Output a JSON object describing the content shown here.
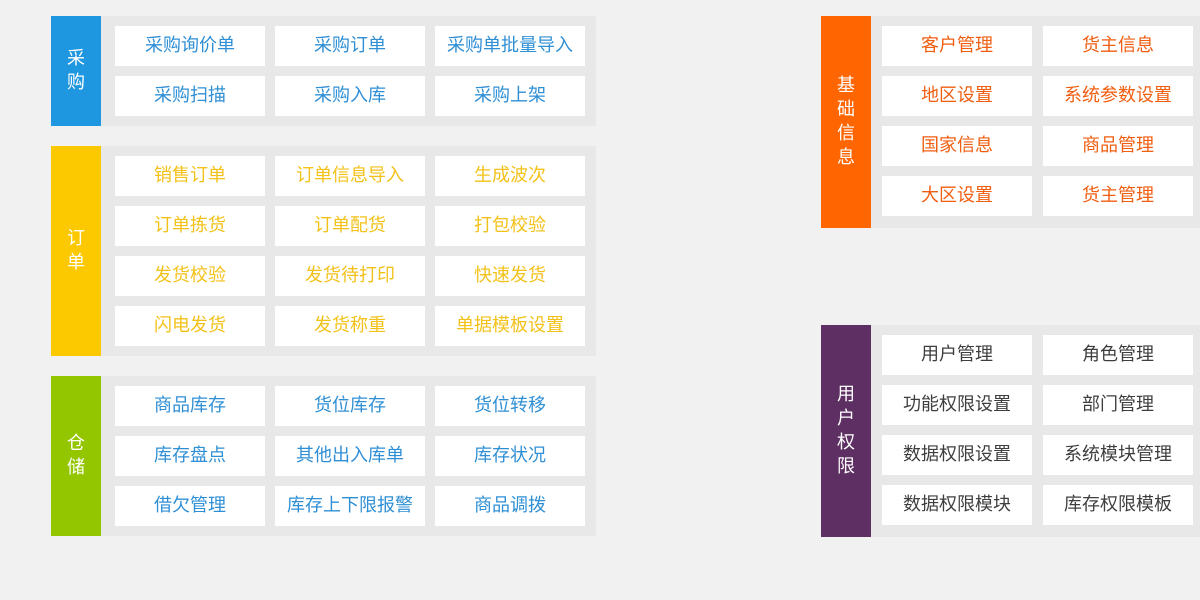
{
  "colors": {
    "purchase": "#1e96e0",
    "order": "#fcc800",
    "storage": "#94c600",
    "basic": "#ff6500",
    "user": "#5e2f62",
    "background": "#f1f1f1",
    "panel": "#e8e8e8"
  },
  "purchase": {
    "title": "采购",
    "items": [
      "采购询价单",
      "采购订单",
      "采购单批量导入",
      "采购扫描",
      "采购入库",
      "采购上架"
    ]
  },
  "order": {
    "title": "订单",
    "items": [
      "销售订单",
      "订单信息导入",
      "生成波次",
      "订单拣货",
      "订单配货",
      "打包校验",
      "发货校验",
      "发货待打印",
      "快速发货",
      "闪电发货",
      "发货称重",
      "单据模板设置"
    ]
  },
  "storage": {
    "title": "仓储",
    "items": [
      "商品库存",
      "货位库存",
      "货位转移",
      "库存盘点",
      "其他出入库单",
      "库存状况",
      "借欠管理",
      "库存上下限报警",
      "商品调拨"
    ]
  },
  "basic": {
    "title": "基础信息",
    "items": [
      "客户管理",
      "货主信息",
      "地区设置",
      "系统参数设置",
      "国家信息",
      "商品管理",
      "大区设置",
      "货主管理"
    ]
  },
  "user": {
    "title": "用户权限",
    "items": [
      "用户管理",
      "角色管理",
      "功能权限设置",
      "部门管理",
      "数据权限设置",
      "系统模块管理",
      "数据权限模块",
      "库存权限模板"
    ]
  }
}
